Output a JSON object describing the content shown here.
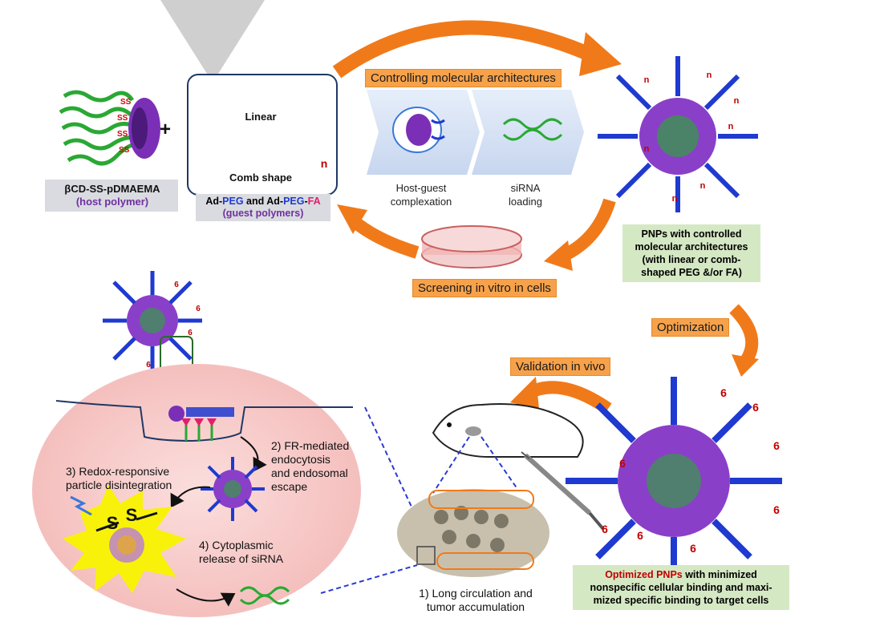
{
  "host_polymer": {
    "name": "βCD-SS-pDMAEMA",
    "role": "(host polymer)"
  },
  "plus_sign": "+",
  "guest_box": {
    "linear_label": "Linear",
    "comb_label": "Comb shape",
    "n_label": "n"
  },
  "guest_caption": {
    "ad1": "Ad-",
    "peg1": "PEG",
    "and": " and Ad-",
    "peg2": "PEG",
    "dash": "-",
    "fa": "FA",
    "role": "(guest polymers)"
  },
  "tags": {
    "controlling": "Controlling molecular architectures",
    "screening": "Screening in vitro in cells",
    "optimization": "Optimization",
    "validation": "Validation in vivo"
  },
  "chevrons": {
    "step1_line1": "Host-guest",
    "step1_line2": "complexation",
    "step2_line1": "siRNA",
    "step2_line2": "loading"
  },
  "pnp_caption": {
    "line1": "PNPs with controlled",
    "line2": "molecular architectures",
    "line3": "(with linear or comb-",
    "line4": "shaped PEG &/or FA)"
  },
  "optimized_caption": {
    "highlight": "Optimized PNPs",
    "line1_rest": " with minimized",
    "line2": "nonspecific cellular binding and maxi-",
    "line3": "mized specific binding to target cells"
  },
  "steps": {
    "s1_line1": "1) Long circulation and",
    "s1_line2": "tumor accumulation",
    "s2_line1": "2) FR-mediated",
    "s2_line2": "endocytosis",
    "s2_line3": "and endosomal",
    "s2_line4": "escape",
    "s3_line1": "3) Redox-responsive",
    "s3_line2": "particle disintegration",
    "s4_line1": "4) Cytoplasmic",
    "s4_line2": "release of siRNA"
  },
  "disulfide": {
    "s1": "S",
    "s2": "S"
  },
  "n_marks": [
    "n",
    "n",
    "n",
    "n",
    "n",
    "n",
    "n"
  ],
  "six_marks": [
    "6",
    "6",
    "6",
    "6",
    "6",
    "6",
    "6",
    "6",
    "6",
    "6",
    "6",
    "6"
  ],
  "colors": {
    "orange_arrow": "#f07a1a",
    "orange_tag": "#f7a24a",
    "purple": "#7b2fb6",
    "blue_chain": "#1f3ad0",
    "green_chain": "#2aa834",
    "yellow": "#f4e21a",
    "cell_pink": "#f6c9c7",
    "navy": "#1f3864"
  }
}
